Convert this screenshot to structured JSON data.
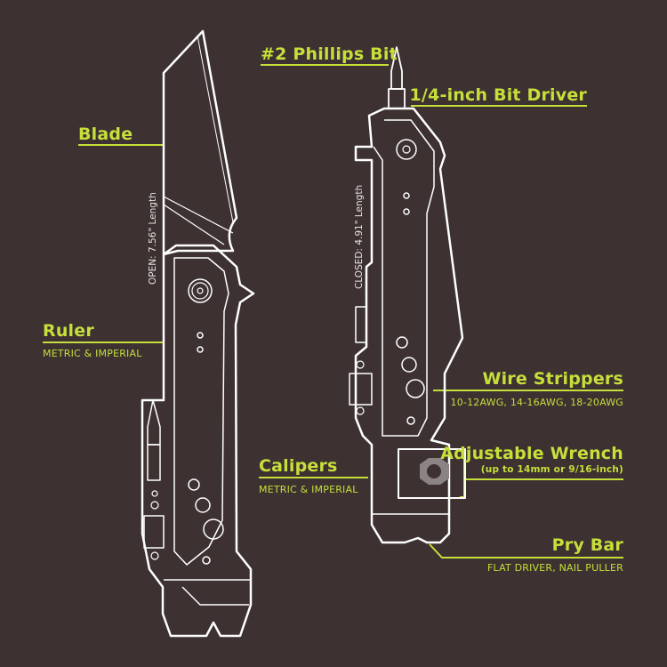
{
  "colors": {
    "background": "#3d3132",
    "accent": "#c6df3a",
    "outline": "#ffffff",
    "nut": "#8c8384"
  },
  "open_tool": {
    "length_label": "OPEN: 7.56\" Length"
  },
  "closed_tool": {
    "length_label": "CLOSED: 4.91\" Length"
  },
  "callouts": {
    "blade": {
      "title": "Blade"
    },
    "ruler": {
      "title": "Ruler",
      "subtitle": "METRIC & IMPERIAL"
    },
    "phillips_bit": {
      "title": "#2 Phillips Bit"
    },
    "bit_driver": {
      "title": "1/4-inch Bit Driver"
    },
    "wire_strippers": {
      "title": "Wire Strippers",
      "subtitle": "10-12AWG, 14-16AWG, 18-20AWG"
    },
    "calipers": {
      "title": "Calipers",
      "subtitle": "METRIC & IMPERIAL"
    },
    "wrench": {
      "title": "Adjustable Wrench",
      "subtitle": "(up to 14mm or 9/16-inch)"
    },
    "pry_bar": {
      "title": "Pry Bar",
      "subtitle": "FLAT DRIVER, NAIL PULLER"
    }
  }
}
